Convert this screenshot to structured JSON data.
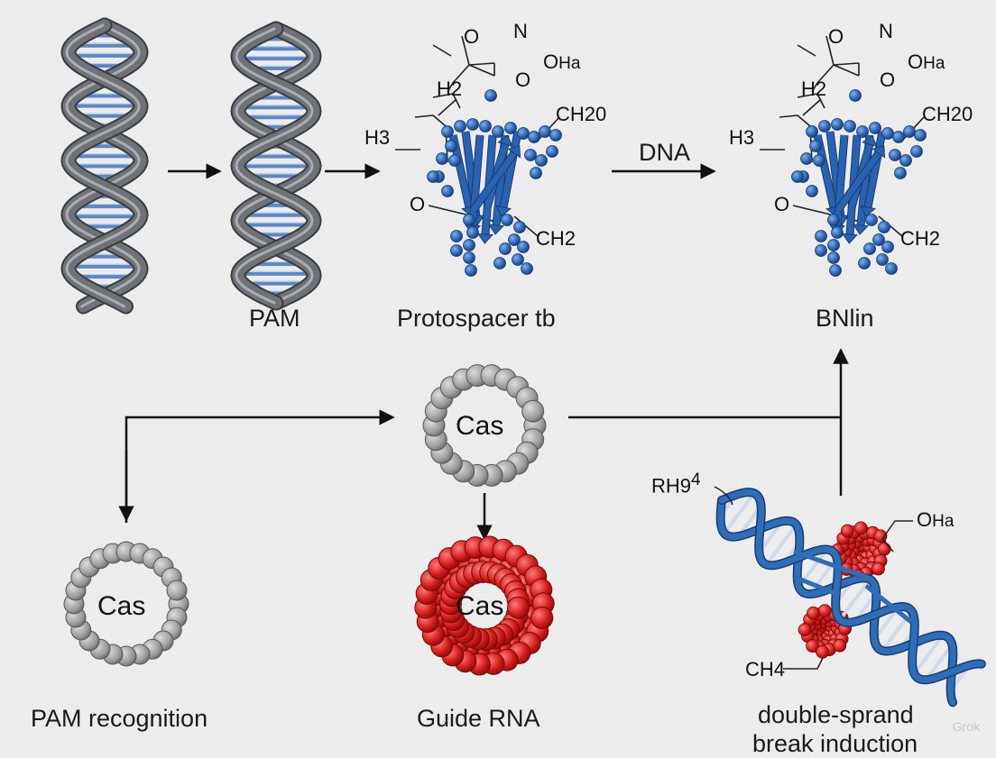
{
  "labels": {
    "pam": "PAM",
    "protospacer": "Protospacer tb",
    "bnlin": "BNlin",
    "dna_arrow": "DNA",
    "pam_recognition": "PAM recognition",
    "guide_rna": "Guide RNA",
    "dsb_line1": "double-sprand",
    "dsb_line2": "break induction"
  },
  "cas": {
    "center": "Cas",
    "left": "Cas",
    "red": "Cas"
  },
  "chem_left": {
    "o_top": "O",
    "n_top": "N",
    "o_ha": "O",
    "ha": "Ha",
    "o_bottom": "O",
    "h2": "H2",
    "ch2o": "CH20",
    "h3": "H3",
    "o_side": "O",
    "ch2": "CH2"
  },
  "chem_right": {
    "o_top": "O",
    "n_top": "N",
    "o_ha": "O",
    "ha": "Ha",
    "o_bottom": "O",
    "h2": "H2",
    "ch2o": "CH20",
    "h3": "H3",
    "o_side": "O",
    "ch2": "CH2"
  },
  "chem_bottom": {
    "rh": "RH9",
    "rh_sup": "4",
    "oha_o": "O",
    "oha_ha": "Ha",
    "ch4": "CH4"
  },
  "watermark": "Grok",
  "colors": {
    "background": "#ececec",
    "helix_gray": "#6f7378",
    "rung_blue": "#5f86c4",
    "protein_blue": "#2a62b0",
    "cas_gray": "#9a9a9a",
    "cas_red": "#d11a1a",
    "dna_blue": "#2f6db6"
  }
}
